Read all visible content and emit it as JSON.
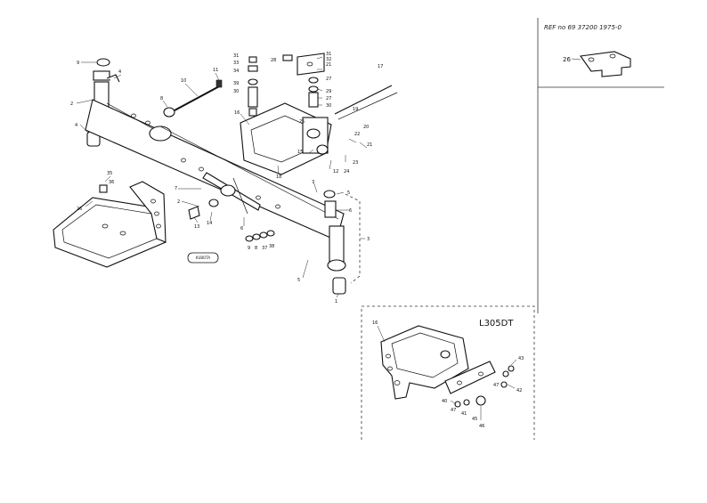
{
  "header": {
    "ref_text": "REF  no 69  37200  1975-0"
  },
  "side_panel": {
    "part_label": "26"
  },
  "inset": {
    "title": "L305DT",
    "labels": [
      "16",
      "43",
      "42",
      "47",
      "40",
      "47",
      "41",
      "45",
      "46"
    ]
  },
  "stamp_text": "KUBOTA",
  "main_labels": {
    "p9a": "9",
    "p4a": "4",
    "p2a": "2",
    "p4b": "4",
    "p11": "11",
    "p10": "10",
    "p8": "8",
    "p16": "16",
    "p31a": "31",
    "p33a": "33",
    "p34": "34",
    "p39": "39",
    "p30a": "30",
    "p28": "28",
    "p31b": "31",
    "p32": "32",
    "p21": "21",
    "p27a": "27",
    "p29": "29",
    "p27b": "27",
    "p30b": "30",
    "p17": "17",
    "p19": "19",
    "p25": "25",
    "p20": "20",
    "p22": "22",
    "p21b": "21",
    "p15": "15",
    "p12": "12",
    "p23": "23",
    "p24": "24",
    "p18": "18",
    "p35": "35",
    "p36": "36",
    "p26": "26",
    "p7a": "7",
    "p2b": "2",
    "p14": "14",
    "p13": "13",
    "p6a": "6",
    "p5a": "5",
    "p6b": "6",
    "p3": "3",
    "p7b": "7",
    "p5b": "5",
    "p1": "1",
    "p9b": "9",
    "p8b": "8",
    "p37": "37",
    "p38": "38"
  }
}
